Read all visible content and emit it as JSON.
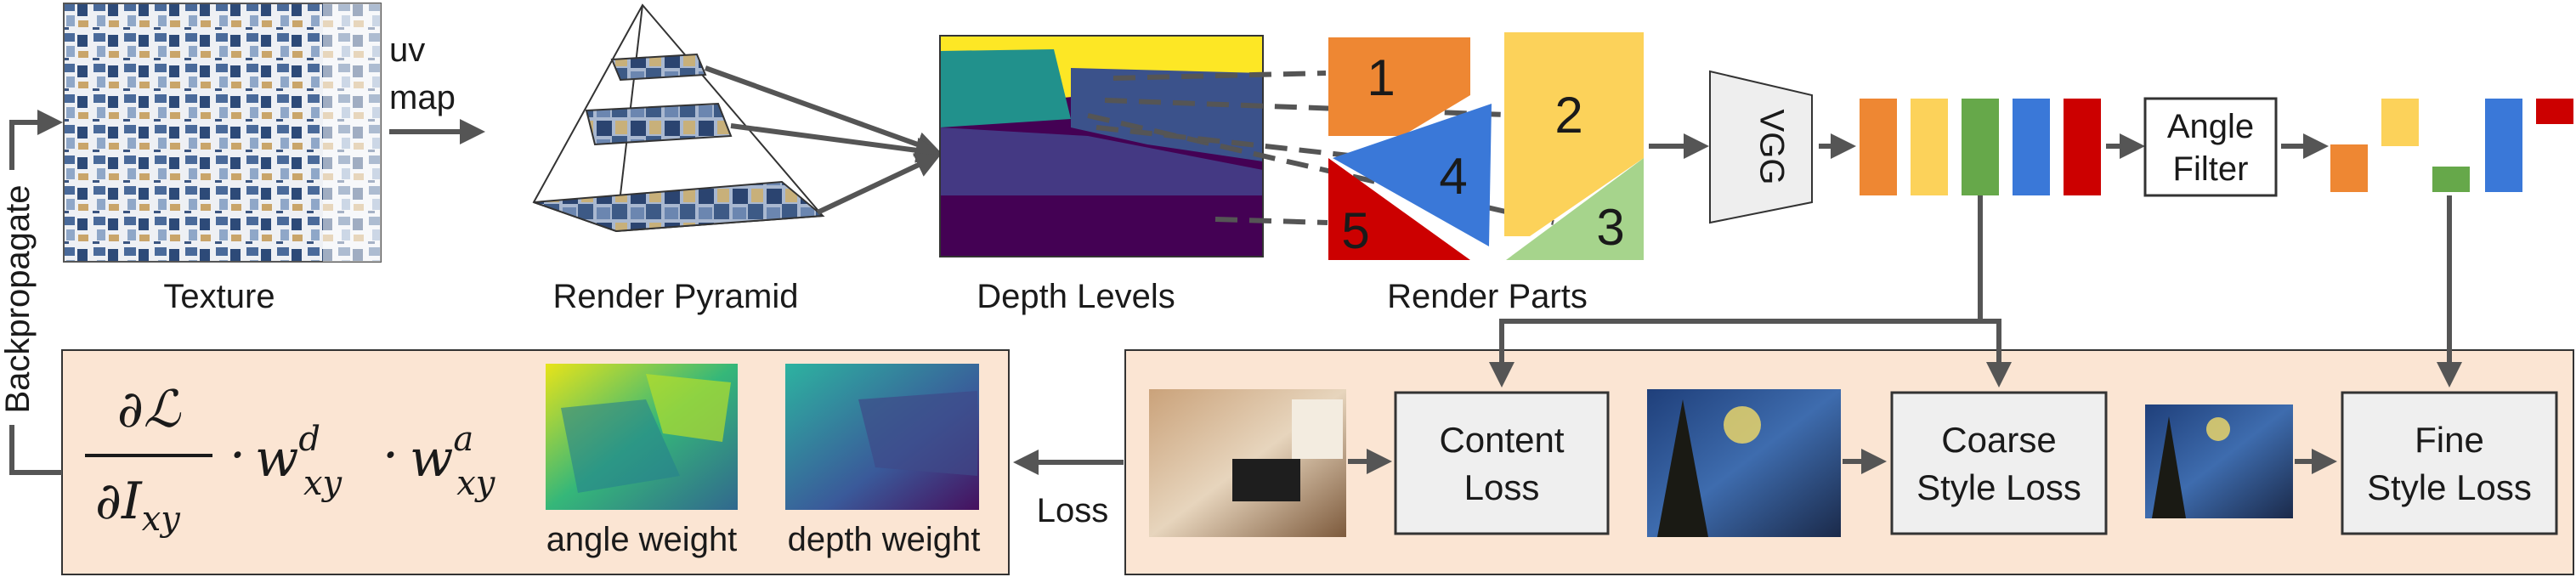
{
  "stages": {
    "texture": "Texture",
    "uv_map_line1": "uv",
    "uv_map_line2": "map",
    "render_pyramid": "Render Pyramid",
    "depth_levels": "Depth Levels",
    "render_parts": "Render Parts",
    "vgg": "VGG",
    "angle_filter_line1": "Angle",
    "angle_filter_line2": "Filter",
    "backpropagate": "Backpropagate",
    "loss": "Loss"
  },
  "parts": [
    "1",
    "2",
    "3",
    "4",
    "5"
  ],
  "losses": {
    "content_line1": "Content",
    "content_line2": "Loss",
    "coarse_line1": "Coarse",
    "coarse_line2": "Style Loss",
    "fine_line1": "Fine",
    "fine_line2": "Style Loss"
  },
  "formula": {
    "numerator": "∂ℒ",
    "denominator": "∂I",
    "denominator_sub": "xy",
    "dot": "·",
    "w": "w",
    "sub": "xy",
    "sup_d": "d",
    "sup_a": "a"
  },
  "weights": {
    "angle": "angle weight",
    "depth": "depth weight"
  },
  "colors": {
    "orange": "#ee8733",
    "yellow": "#fcd25a",
    "green": "#66a84a",
    "blue": "#3a78d8",
    "red": "#cc0000",
    "light_green": "#a6d48c",
    "peach_panel": "#fbe5d3",
    "arrow": "#555555"
  }
}
